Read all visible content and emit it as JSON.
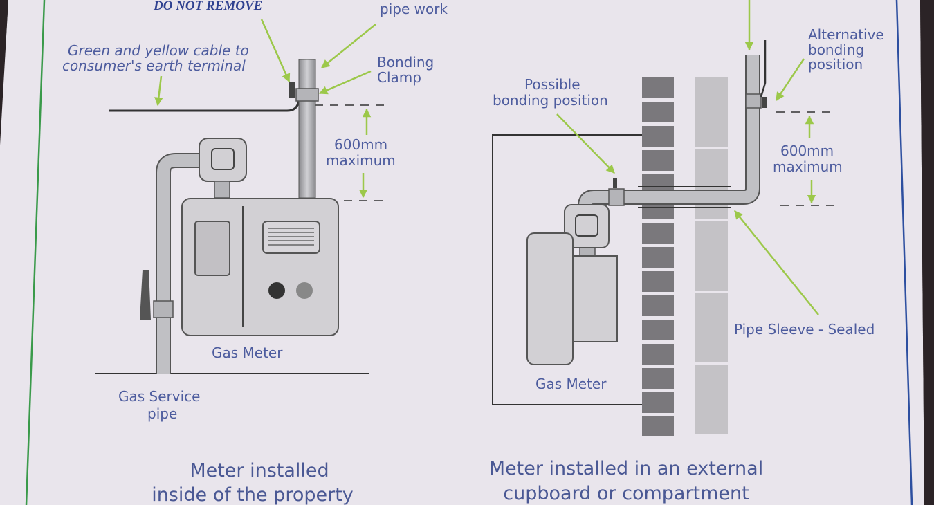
{
  "left_diagram": {
    "warning_label": "DO NOT REMOVE",
    "pipe_label_partial": "pipe work",
    "cable_label": [
      "Green and yellow cable to",
      "consumer's earth terminal"
    ],
    "clamp_label": [
      "Bonding",
      "Clamp"
    ],
    "distance_label": [
      "600mm",
      "maximum"
    ],
    "meter_label": "Gas Meter",
    "service_pipe_label": [
      "Gas Service",
      "pipe"
    ],
    "caption": [
      "Meter installed",
      "inside of the property"
    ]
  },
  "right_diagram": {
    "alt_bonding_label": [
      "Alternative",
      "bonding",
      "position"
    ],
    "possible_bonding_label": [
      "Possible",
      "bonding position"
    ],
    "distance_label": [
      "600mm",
      "maximum"
    ],
    "sleeve_label": "Pipe Sleeve - Sealed",
    "meter_label": "Gas Meter",
    "caption": [
      "Meter installed in an external",
      "cupboard or compartment"
    ]
  },
  "colors": {
    "paper": "#e9e5ec",
    "text": "#4d5c9e",
    "arrow": "#9cc84a",
    "left_border": "#3a9a4a",
    "right_border": "#2d4fa0"
  }
}
